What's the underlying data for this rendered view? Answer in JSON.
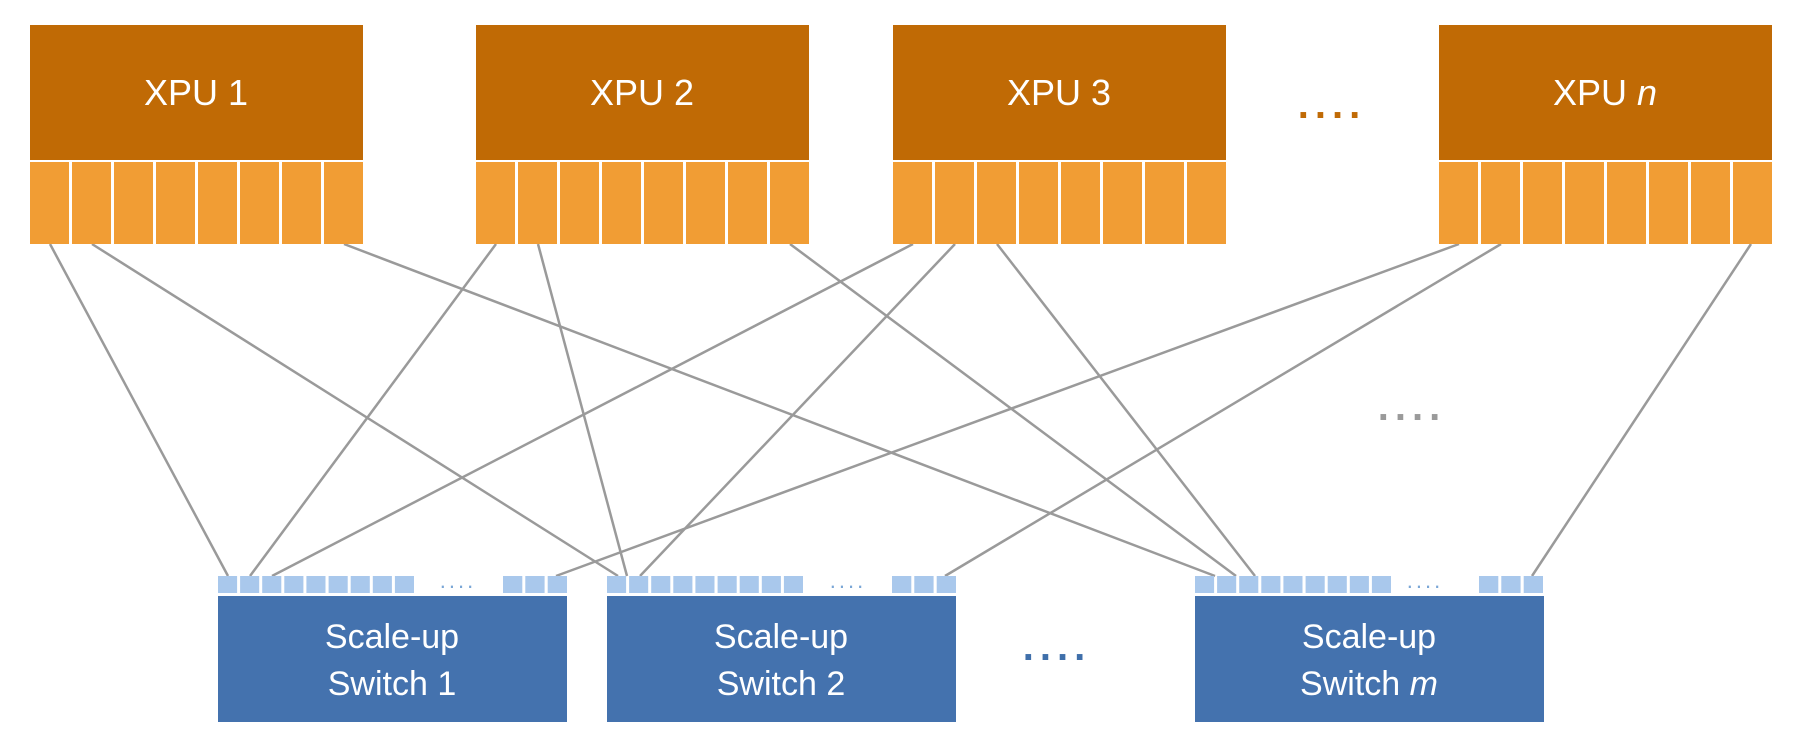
{
  "xpus": [
    {
      "label": "XPU ",
      "suffix": "1"
    },
    {
      "label": "XPU ",
      "suffix": "2"
    },
    {
      "label": "XPU ",
      "suffix": "3"
    },
    {
      "label": "XPU ",
      "suffix": "n"
    }
  ],
  "switches": [
    {
      "line1": "Scale-up",
      "line2": "Switch ",
      "suffix": "1"
    },
    {
      "line1": "Scale-up",
      "line2": "Switch ",
      "suffix": "2"
    },
    {
      "line1": "Scale-up",
      "line2": "Switch ",
      "suffix": "m"
    }
  ],
  "ellipses": {
    "xpu_row": "....",
    "links": "....",
    "switch_row": "....",
    "switch_ports": "...."
  },
  "colors": {
    "xpu_body": "#c06a05",
    "xpu_port": "#f19d34",
    "switch_body": "#4472ae",
    "switch_port": "#a9c8ec",
    "link": "#9a9a9a"
  }
}
